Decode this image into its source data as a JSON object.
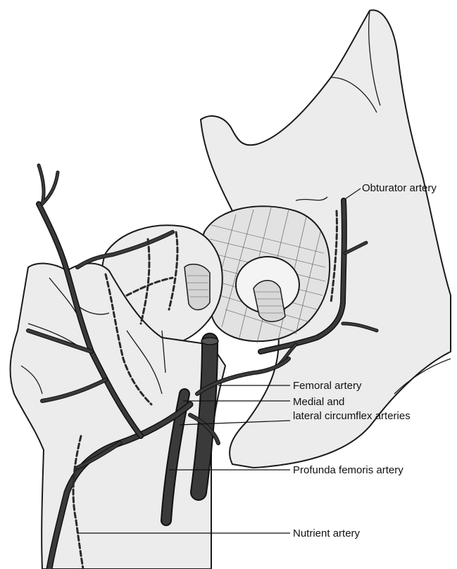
{
  "labels": {
    "obturator": "Obturator artery",
    "femoral": "Femoral artery",
    "circumflex_line1": "Medial and",
    "circumflex_line2": "lateral circumflex arteries",
    "profunda": "Profunda femoris artery",
    "nutrient": "Nutrient artery"
  }
}
